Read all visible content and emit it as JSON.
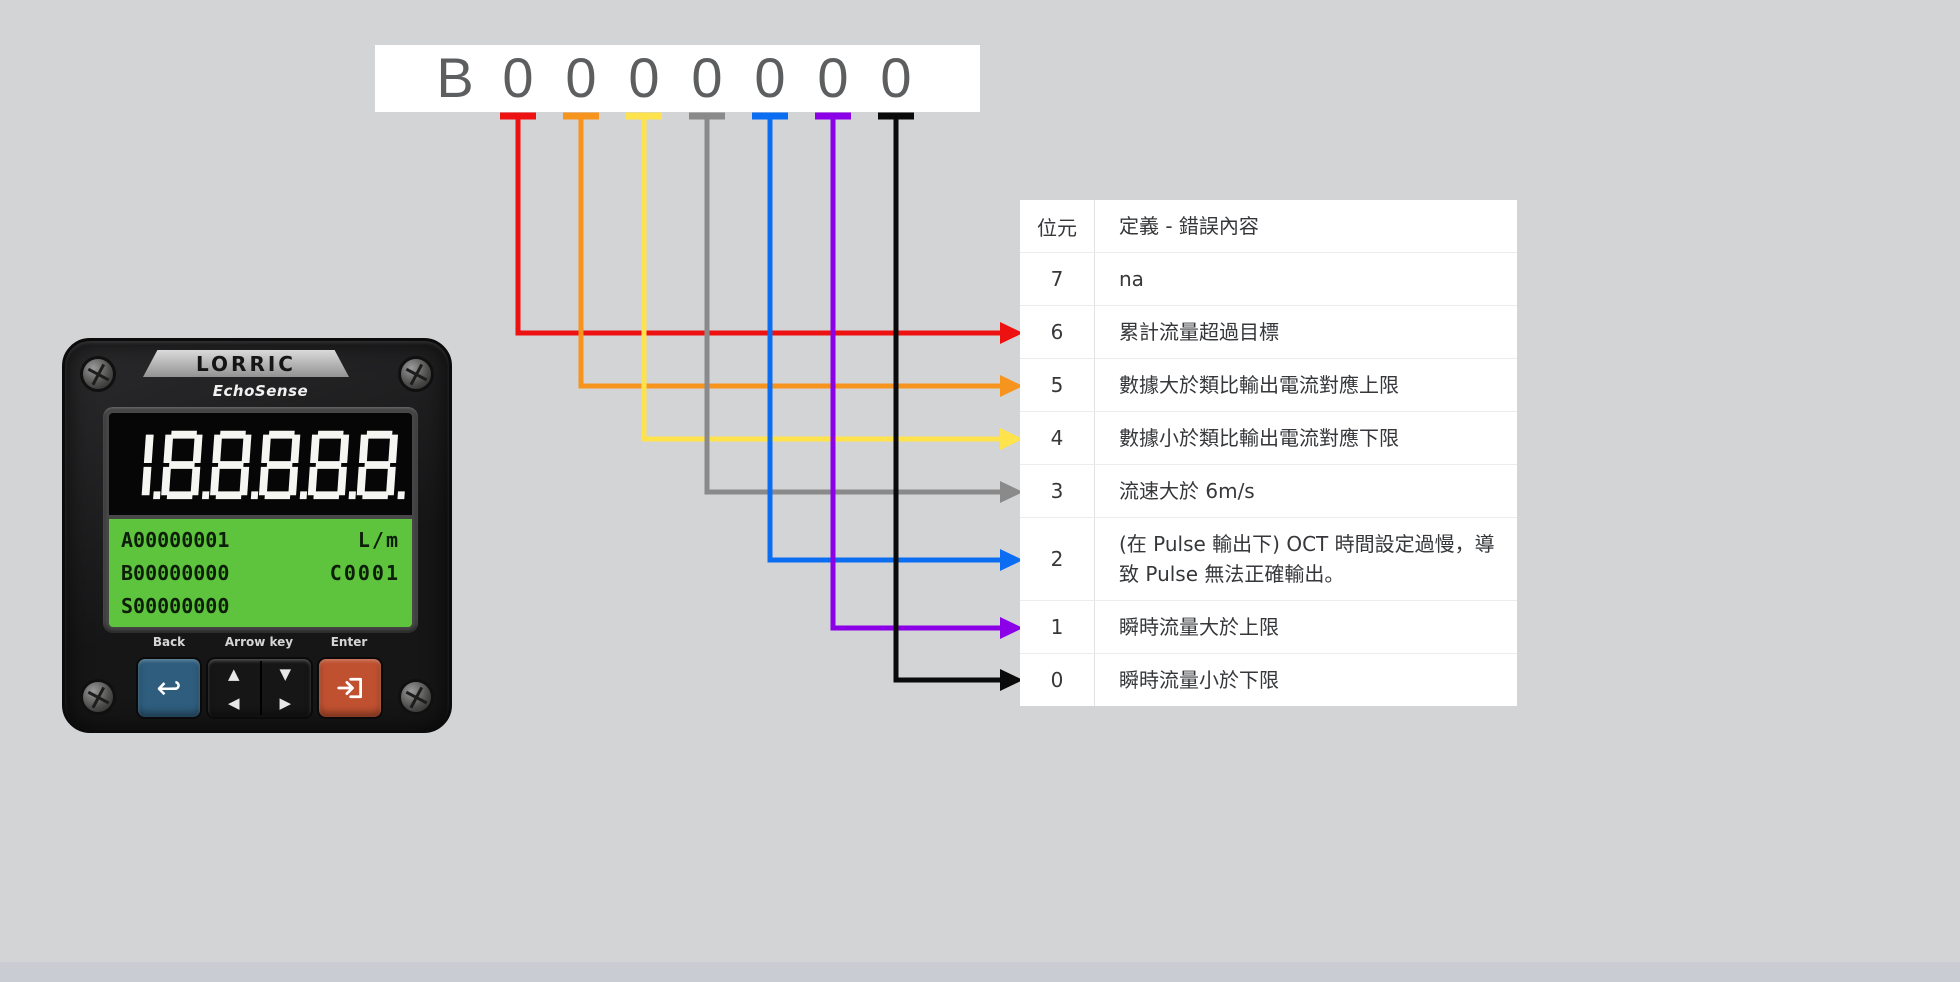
{
  "colors": {
    "background": "#d3d4d6",
    "bottom_strip": "#c9cdd3",
    "lcd_green": "#5ec43e",
    "back_key": "#2e5d7d",
    "enter_key": "#bf5130",
    "seven_segment": "#f5f5f2"
  },
  "code_box": {
    "chars": [
      "B",
      "0",
      "0",
      "0",
      "0",
      "0",
      "0",
      "0"
    ]
  },
  "table": {
    "header": {
      "bit": "位元",
      "desc": "定義 - 錯誤內容"
    },
    "rows": [
      {
        "bit": "7",
        "desc": "na",
        "color": null
      },
      {
        "bit": "6",
        "desc": "累計流量超過目標",
        "color": "#ed1111"
      },
      {
        "bit": "5",
        "desc": "數據大於類比輸出電流對應上限",
        "color": "#f7941e"
      },
      {
        "bit": "4",
        "desc": "數據小於類比輸出電流對應下限",
        "color": "#ffe34d"
      },
      {
        "bit": "3",
        "desc": "流速大於 6m/s",
        "color": "#8a8a8a"
      },
      {
        "bit": "2",
        "desc": "(在 Pulse 輸出下) OCT 時間設定過慢，導致 Pulse 無法正確輸出。",
        "color": "#0b6df2"
      },
      {
        "bit": "1",
        "desc": "瞬時流量大於上限",
        "color": "#8c00e8"
      },
      {
        "bit": "0",
        "desc": "瞬時流量小於下限",
        "color": "#0a0a0a"
      }
    ]
  },
  "device": {
    "brand": "LORRIC",
    "model": "EchoSense",
    "seven_segment": "1.8.8.8.8.8.",
    "lcd_lines": [
      {
        "left": "A00000001",
        "right": "L/m"
      },
      {
        "left": "B00000000",
        "right": "C0001"
      },
      {
        "left": "S00000000",
        "right": ""
      }
    ],
    "key_labels": {
      "back": "Back",
      "arrows": "Arrow key",
      "enter": "Enter"
    },
    "icons": {
      "back_arrow": "↩",
      "up": "▲",
      "down": "▼",
      "left": "◀",
      "right": "▶"
    }
  }
}
